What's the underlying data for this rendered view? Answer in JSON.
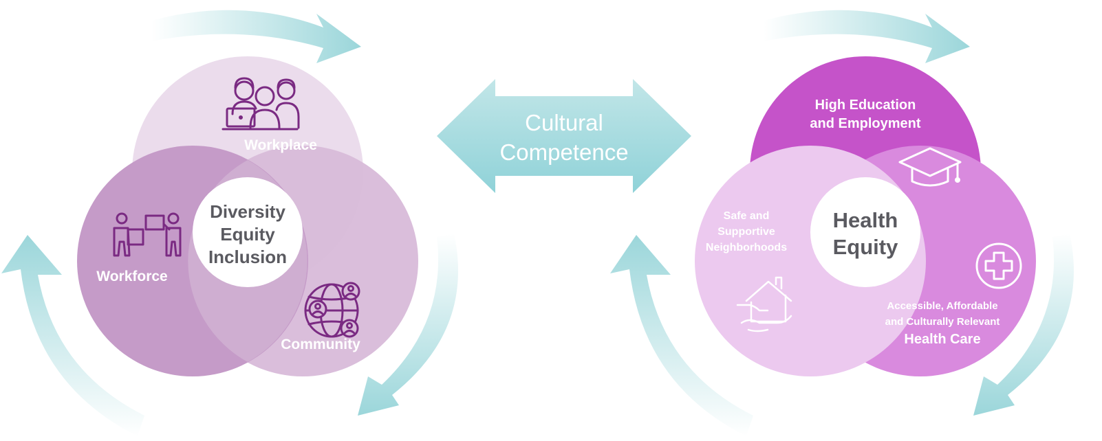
{
  "colors": {
    "arrow_teal": "#9bd6da",
    "left_workplace": "#ebdcec",
    "left_workforce": "#c59bc8",
    "left_community": "#d8bbd9",
    "left_icon": "#7a2a82",
    "right_top": "#c553c9",
    "right_left": "#ecc9ef",
    "right_right": "#d98ade",
    "center_text": "#5a5a60"
  },
  "left_diagram": {
    "center": {
      "line1": "Diversity",
      "line2": "Equity",
      "line3": "Inclusion"
    },
    "workplace": {
      "label": "Workplace",
      "icon": "people-laptop-icon"
    },
    "workforce": {
      "label": "Workforce",
      "icon": "people-exchange-icon"
    },
    "community": {
      "label": "Community",
      "icon": "globe-people-icon"
    }
  },
  "middle": {
    "line1": "Cultural",
    "line2": "Competence"
  },
  "right_diagram": {
    "center": {
      "line1": "Health",
      "line2": "Equity"
    },
    "top": {
      "line1": "High Education",
      "line2": "and Employment",
      "icon": "graduation-cap-icon"
    },
    "left": {
      "line1": "Safe and",
      "line2": "Supportive",
      "line3": "Neighborhoods",
      "icon": "house-hand-icon"
    },
    "right": {
      "line1": "Accessible, Affordable",
      "line2": "and Culturally Relevant",
      "line3": "Health Care",
      "icon": "medical-cross-icon"
    }
  }
}
